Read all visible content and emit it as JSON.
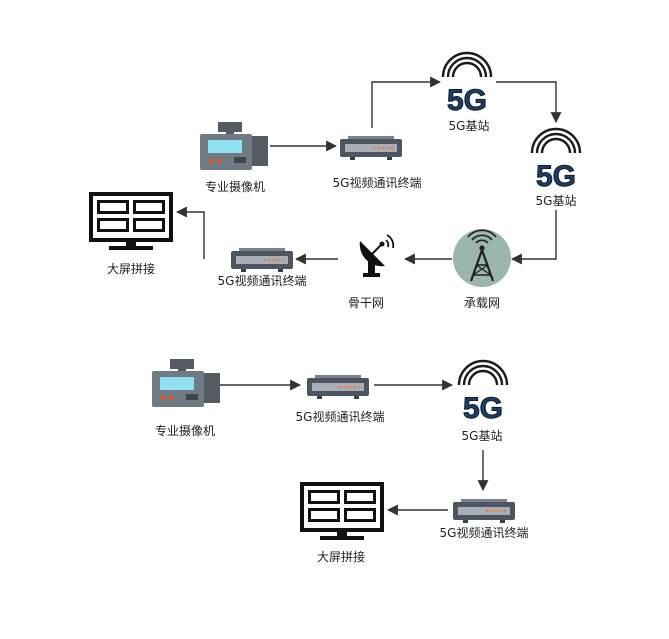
{
  "diagram1": {
    "camera_label": "专业摄像机",
    "terminal1_label": "5G视频通讯终端",
    "base_station1_label": "5G基站",
    "base_station2_label": "5G基站",
    "carrier_network_label": "承载网",
    "backbone_label": "骨干网",
    "terminal2_label": "5G视频通讯终端",
    "screen_label": "大屏拼接"
  },
  "diagram2": {
    "camera_label": "专业摄像机",
    "terminal1_label": "5G视频通讯终端",
    "base_station_label": "5G基站",
    "terminal2_label": "5G视频通讯终端",
    "screen_label": "大屏拼接"
  },
  "icon_text": {
    "five_g": "5G"
  },
  "colors": {
    "camera_body": "#6f7a83",
    "camera_screen": "#8fe0f0",
    "camera_accent": "#e0552b",
    "terminal_body": "#4d5560",
    "terminal_lights": "#f07a3a",
    "five_g_fill": "#1e3d62",
    "carrier_bg": "#9bb5b0",
    "arrow": "#333333"
  }
}
